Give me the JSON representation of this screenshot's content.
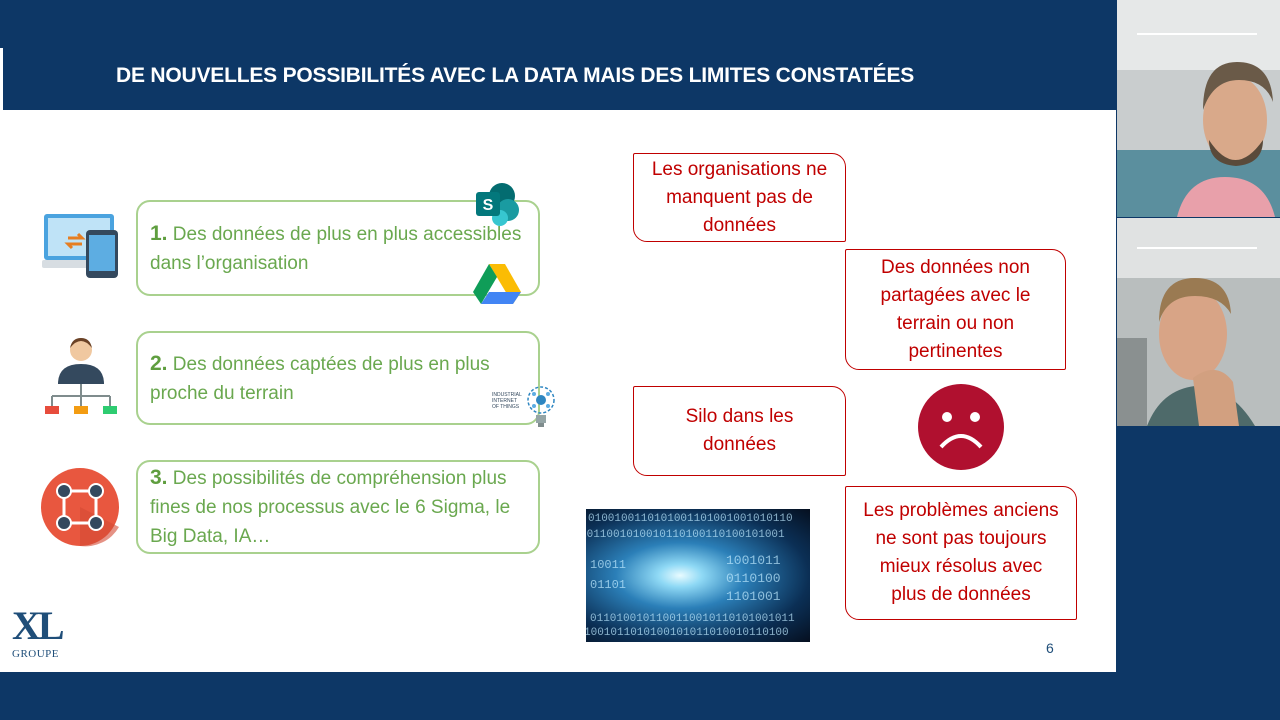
{
  "slide": {
    "title": "DE NOUVELLES POSSIBILITÉS AVEC LA DATA MAIS DES LIMITES CONSTATÉES",
    "page_number": "6",
    "logo": {
      "main": "XL",
      "sub": "GROUPE"
    }
  },
  "items": [
    {
      "num": "1.",
      "text": "Des données de plus en plus accessibles dans l’organisation"
    },
    {
      "num": "2.",
      "text": "Des données captées de plus en plus proche du terrain"
    },
    {
      "num": "3.",
      "text": "Des possibilités de compréhension plus fines de nos processus avec le 6 Sigma, le Big Data, IA…"
    }
  ],
  "iiot_label": {
    "line1": "INDUSTRIAL",
    "line2": "INTERNET",
    "line3": "OF THINGS"
  },
  "limits": [
    "Les organisations ne manquent pas de données",
    "Des données non partagées avec le terrain ou non pertinentes",
    "Silo dans les données",
    "Les problèmes anciens ne sont pas toujours mieux résolus avec plus de données"
  ],
  "colors": {
    "navy": "#0d3766",
    "green": "#6aa84f",
    "red": "#c00000",
    "sad_face": "#b0102f"
  }
}
